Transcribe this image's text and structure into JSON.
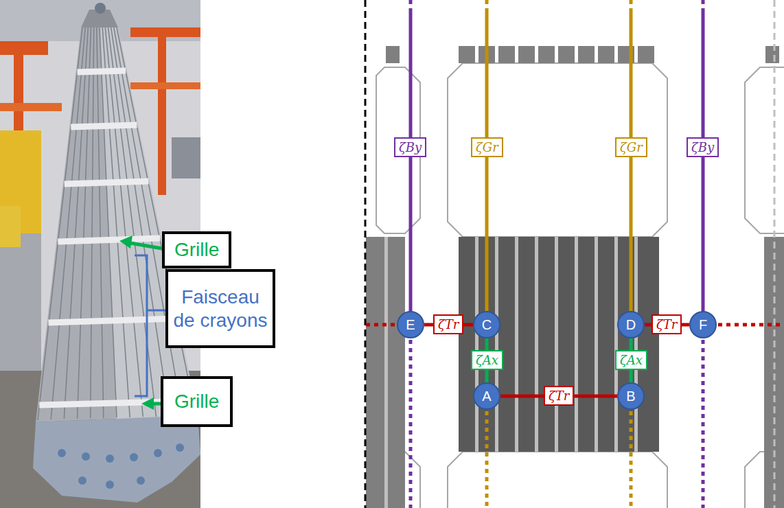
{
  "diagram": {
    "nodes": [
      {
        "text": [
          "Grille"
        ]
      },
      {
        "text": [
          "Faisceau de crayons"
        ]
      },
      {
        "text": [
          "Grille"
        ]
      },
      {
        "text": [
          "E"
        ]
      },
      {
        "text": [
          "C"
        ]
      },
      {
        "text": [
          "D"
        ]
      },
      {
        "text": [
          "F"
        ]
      },
      {
        "text": [
          "A"
        ]
      },
      {
        "text": [
          "B"
        ]
      }
    ],
    "edges": [
      {
        "from": 3,
        "to": 4,
        "arrow": "none",
        "label": "ζTr"
      },
      {
        "from": 5,
        "to": 6,
        "arrow": "none",
        "label": "ζTr"
      },
      {
        "from": 4,
        "to": 7,
        "arrow": "none",
        "label": "ζAx"
      },
      {
        "from": 5,
        "to": 8,
        "arrow": "none",
        "label": "ζAx"
      },
      {
        "from": 7,
        "to": 8,
        "arrow": "none",
        "label": "ζTr"
      }
    ],
    "labels": [
      "ζBy",
      "ζGr",
      "ζGr",
      "ζBy"
    ]
  }
}
